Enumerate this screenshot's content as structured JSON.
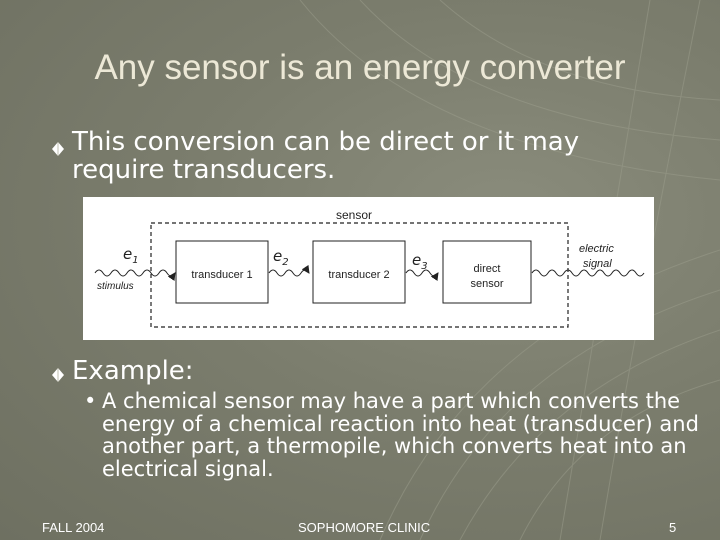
{
  "slide": {
    "title": "Any sensor is an energy converter",
    "bullets": [
      {
        "text": "This conversion can be direct or it may require transducers."
      },
      {
        "text": "Example:",
        "sub": [
          "A chemical sensor may have a part which converts the energy of a chemical reaction into heat (transducer) and another part, a thermopile, which converts heat into an electrical signal."
        ]
      }
    ],
    "footer": {
      "left": "FALL 2004",
      "center": "SOPHOMORE CLINIC",
      "right": "5"
    }
  },
  "diagram": {
    "outer_label": "sensor",
    "stimulus_label": "stimulus",
    "output_label_line1": "electric",
    "output_label_line2": "signal",
    "boxes": [
      {
        "line1": "transducer 1",
        "line2": ""
      },
      {
        "line1": "transducer 2",
        "line2": ""
      },
      {
        "line1": "direct",
        "line2": "sensor"
      }
    ],
    "energies": [
      {
        "var": "e",
        "sub": "1"
      },
      {
        "var": "e",
        "sub": "2"
      },
      {
        "var": "e",
        "sub": "3"
      }
    ]
  },
  "colors": {
    "background": "#7b7d6d",
    "title": "#ece8d6",
    "text": "#ffffff"
  },
  "icons": {
    "bullet": "diamond-bullet-icon"
  }
}
